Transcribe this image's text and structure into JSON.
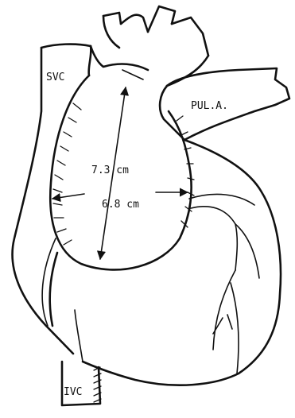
{
  "labels": {
    "svc": "SVC",
    "pulmonary_artery": "PUL.A.",
    "ivc": "IVC"
  },
  "measurements": {
    "long_axis": "7.3 cm",
    "short_axis": "6.8 cm"
  },
  "colors": {
    "ink": "#111111",
    "background": "#ffffff"
  }
}
